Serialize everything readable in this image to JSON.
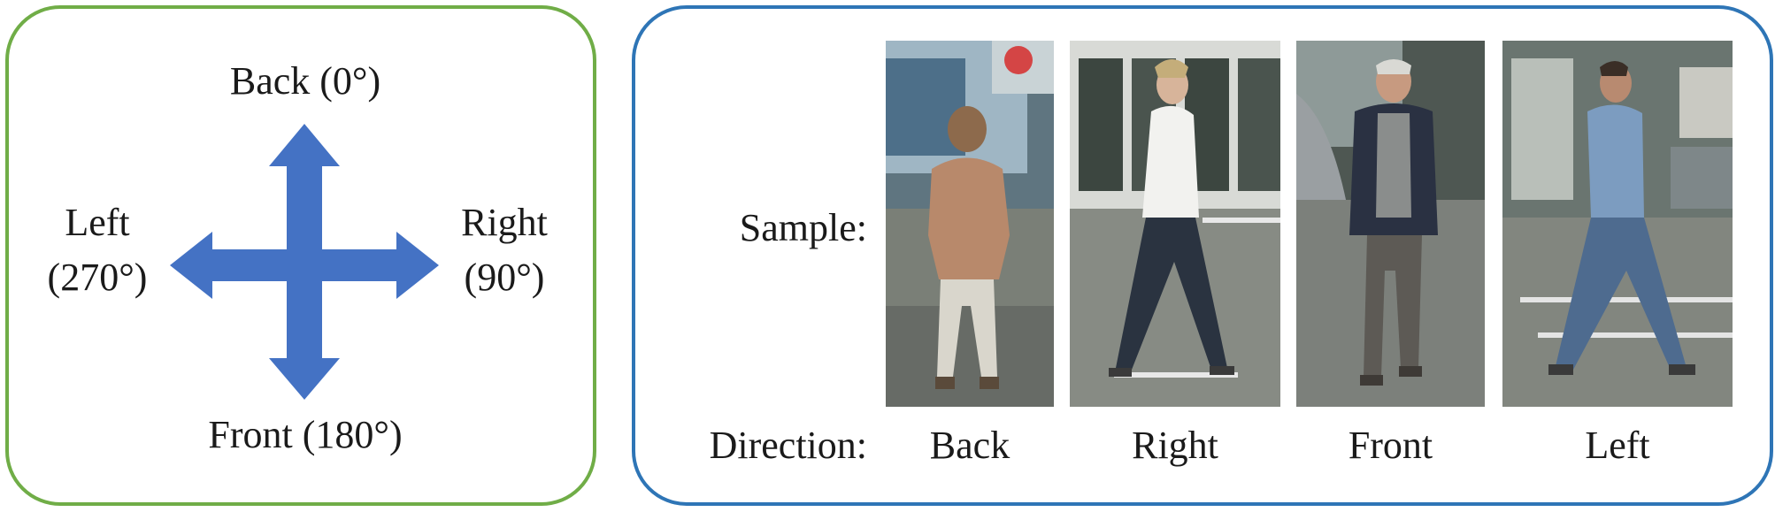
{
  "compass": {
    "back": "Back (0°)",
    "left_line1": "Left",
    "left_line2": "(270°)",
    "right_line1": "Right",
    "right_line2": "(90°)",
    "front": "Front (180°)",
    "arrow_color": "#4472c4",
    "border_color": "#70ad47"
  },
  "samples": {
    "row_label": "Sample:",
    "direction_label": "Direction:",
    "border_color": "#2e75b6",
    "items": [
      {
        "direction": "Back",
        "image": "pedestrian walking away from camera, tan jacket, white trousers"
      },
      {
        "direction": "Right",
        "image": "pedestrian walking to the right, white jacket, dark trousers"
      },
      {
        "direction": "Front",
        "image": "pedestrian walking toward camera, dark cardigan, grey shirt"
      },
      {
        "direction": "Left",
        "image": "pedestrian walking to the left, denim jacket and jeans"
      }
    ]
  }
}
